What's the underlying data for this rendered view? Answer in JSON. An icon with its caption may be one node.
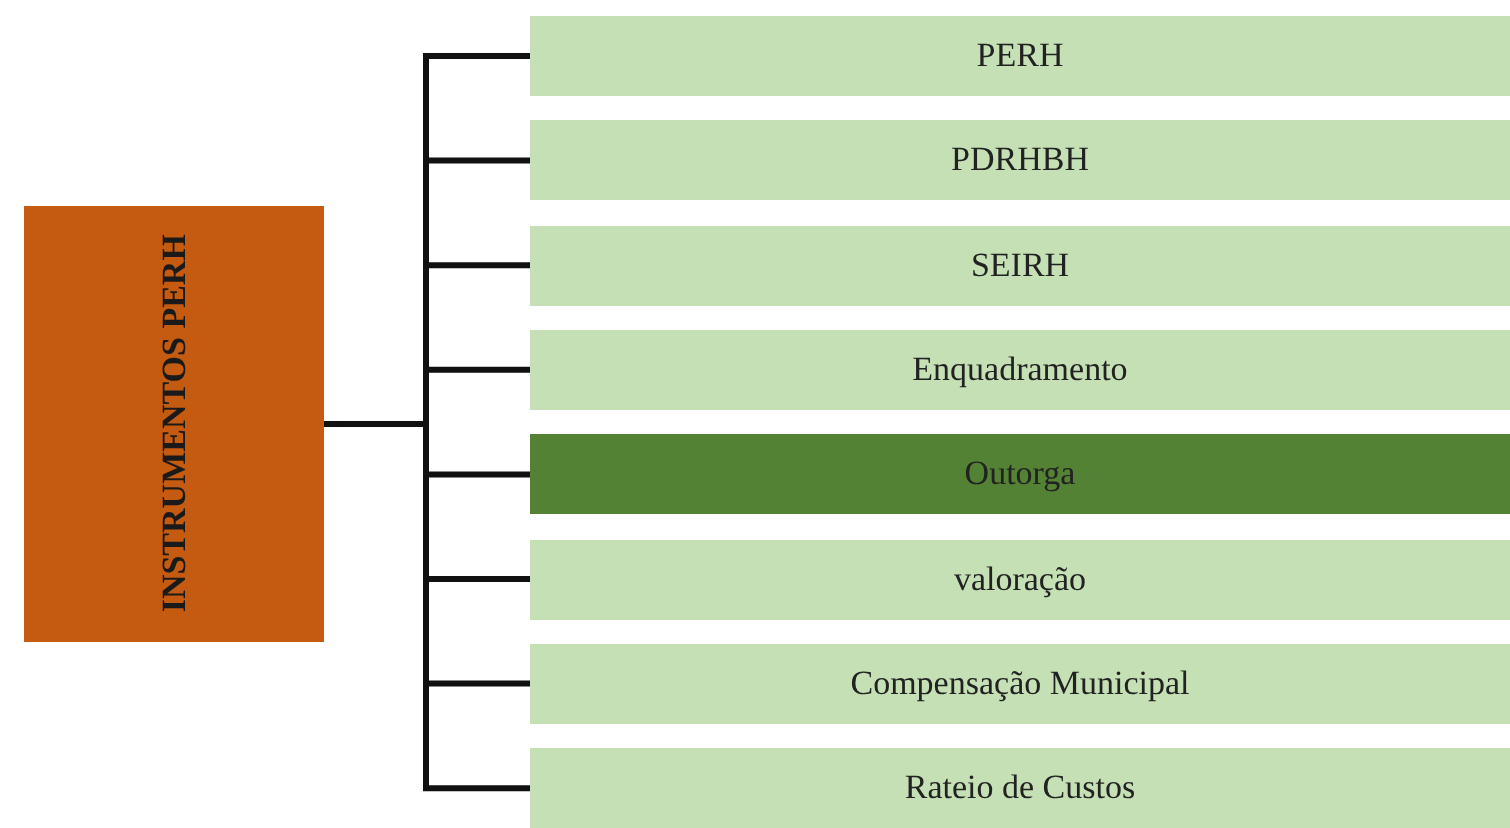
{
  "diagram": {
    "nodes": [
      {
        "text": [
          "INSTRUMENTOS PERH"
        ]
      },
      {
        "text": [
          "PERH"
        ]
      },
      {
        "text": [
          "PDRHBH"
        ]
      },
      {
        "text": [
          "SEIRH"
        ]
      },
      {
        "text": [
          "Enquadramento"
        ]
      },
      {
        "text": [
          "Outorga"
        ]
      },
      {
        "text": [
          "valoração"
        ]
      },
      {
        "text": [
          "Compensação Municipal"
        ]
      },
      {
        "text": [
          "Rateio de Custos"
        ]
      }
    ],
    "edges": [
      {
        "from": 0,
        "to": 1,
        "arrow": "none"
      },
      {
        "from": 0,
        "to": 2,
        "arrow": "none"
      },
      {
        "from": 0,
        "to": 3,
        "arrow": "none"
      },
      {
        "from": 0,
        "to": 4,
        "arrow": "none"
      },
      {
        "from": 0,
        "to": 5,
        "arrow": "none"
      },
      {
        "from": 0,
        "to": 6,
        "arrow": "none"
      },
      {
        "from": 0,
        "to": 7,
        "arrow": "none"
      },
      {
        "from": 0,
        "to": 8,
        "arrow": "none"
      }
    ]
  }
}
